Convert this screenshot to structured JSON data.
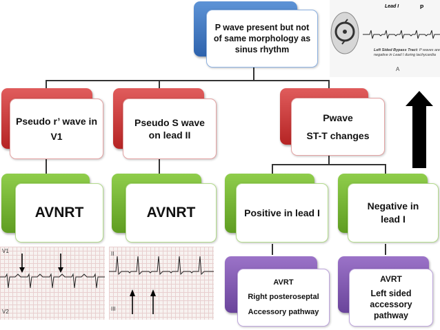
{
  "root": {
    "text": "P wave present but not of same morphology as sinus rhythm"
  },
  "level1": [
    {
      "line1": "Pseudo r’ wave in",
      "line2": "V1"
    },
    {
      "line1": "Pseudo S wave on lead II",
      "line2": ""
    },
    {
      "line1": "Pwave",
      "line2": "ST-T changes"
    }
  ],
  "level2": [
    {
      "text": "AVNRT"
    },
    {
      "text": "AVNRT"
    },
    {
      "text": "Positive in lead I"
    },
    {
      "text": "Negative in lead I"
    }
  ],
  "level3": [
    {
      "line1": "AVRT",
      "line2": "Right posteroseptal",
      "line3": "Accessory pathway"
    },
    {
      "line1": "AVRT",
      "line2": "Left sided accessory pathway"
    }
  ],
  "inset": {
    "lead_label": "Lead I",
    "p_label": "P",
    "caption_title": "Left Sided Bypass Tract:",
    "caption_text": "P waves are negative in Lead I during tachycardia",
    "letter": "A"
  },
  "ecg_left": {
    "lead_top": "V1",
    "lead_bottom": "V2"
  },
  "ecg_right": {
    "lead_top": "II",
    "lead_bottom": "III"
  },
  "colors": {
    "blue": "#3f74bf",
    "red": "#c83232",
    "green": "#72b22e",
    "purple": "#7d55ad",
    "arrow": "#000000"
  }
}
